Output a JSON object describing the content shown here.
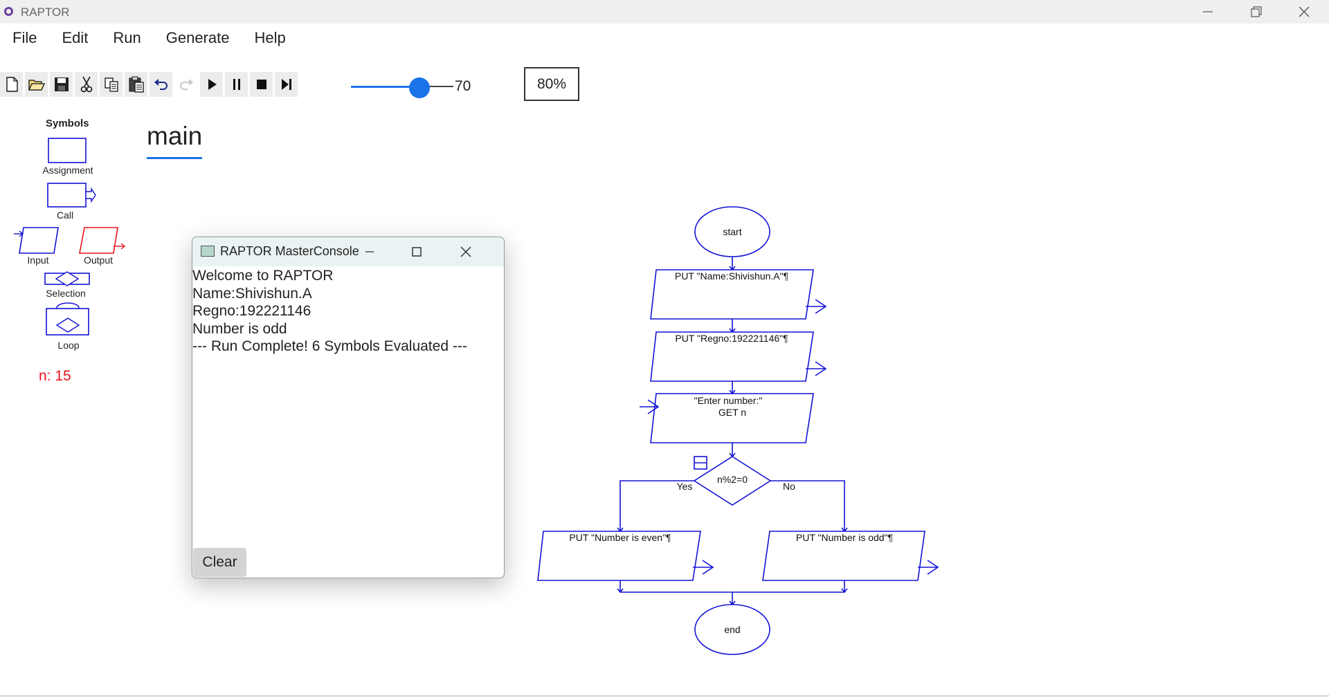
{
  "window": {
    "title": "RAPTOR",
    "minimize_icon": "minimize-icon",
    "restore_icon": "restore-icon",
    "close_icon": "close-icon"
  },
  "menu": {
    "items": [
      "File",
      "Edit",
      "Run",
      "Generate",
      "Help"
    ]
  },
  "toolbar": {
    "buttons": [
      "new-file-icon",
      "open-folder-icon",
      "save-icon",
      "cut-icon",
      "copy-icon",
      "paste-icon",
      "undo-icon",
      "redo-icon",
      "play-icon",
      "pause-icon",
      "stop-icon",
      "step-icon"
    ],
    "speed_value": "70",
    "speed_fraction": 0.7,
    "zoom": "80%"
  },
  "symbols": {
    "heading": "Symbols",
    "items": [
      "Assignment",
      "Call",
      "Input",
      "Output",
      "Selection",
      "Loop"
    ]
  },
  "variables": {
    "watch": "n: 15"
  },
  "tabs": {
    "main": "main"
  },
  "flowchart": {
    "start": "start",
    "output1": "PUT \"Name:Shivishun.A\"¶",
    "output2": "PUT \"Regno:192221146\"¶",
    "input_prompt": "\"Enter number:\"",
    "input_get": "GET n",
    "selection": "n%2=0",
    "yes_label": "Yes",
    "no_label": "No",
    "yes_branch": "PUT \"Number is even\"¶",
    "no_branch": "PUT \"Number is odd\"¶",
    "end": "end"
  },
  "colors": {
    "flow_blue": "#1212d6",
    "output_red": "#e8141c",
    "accent": "#1a73e8"
  },
  "console": {
    "title": "RAPTOR MasterConsole",
    "lines": [
      "Welcome to RAPTOR",
      "Name:Shivishun.A",
      "Regno:192221146",
      "Number is odd",
      "--- Run Complete! 6 Symbols Evaluated ---"
    ],
    "clear_label": "Clear"
  }
}
